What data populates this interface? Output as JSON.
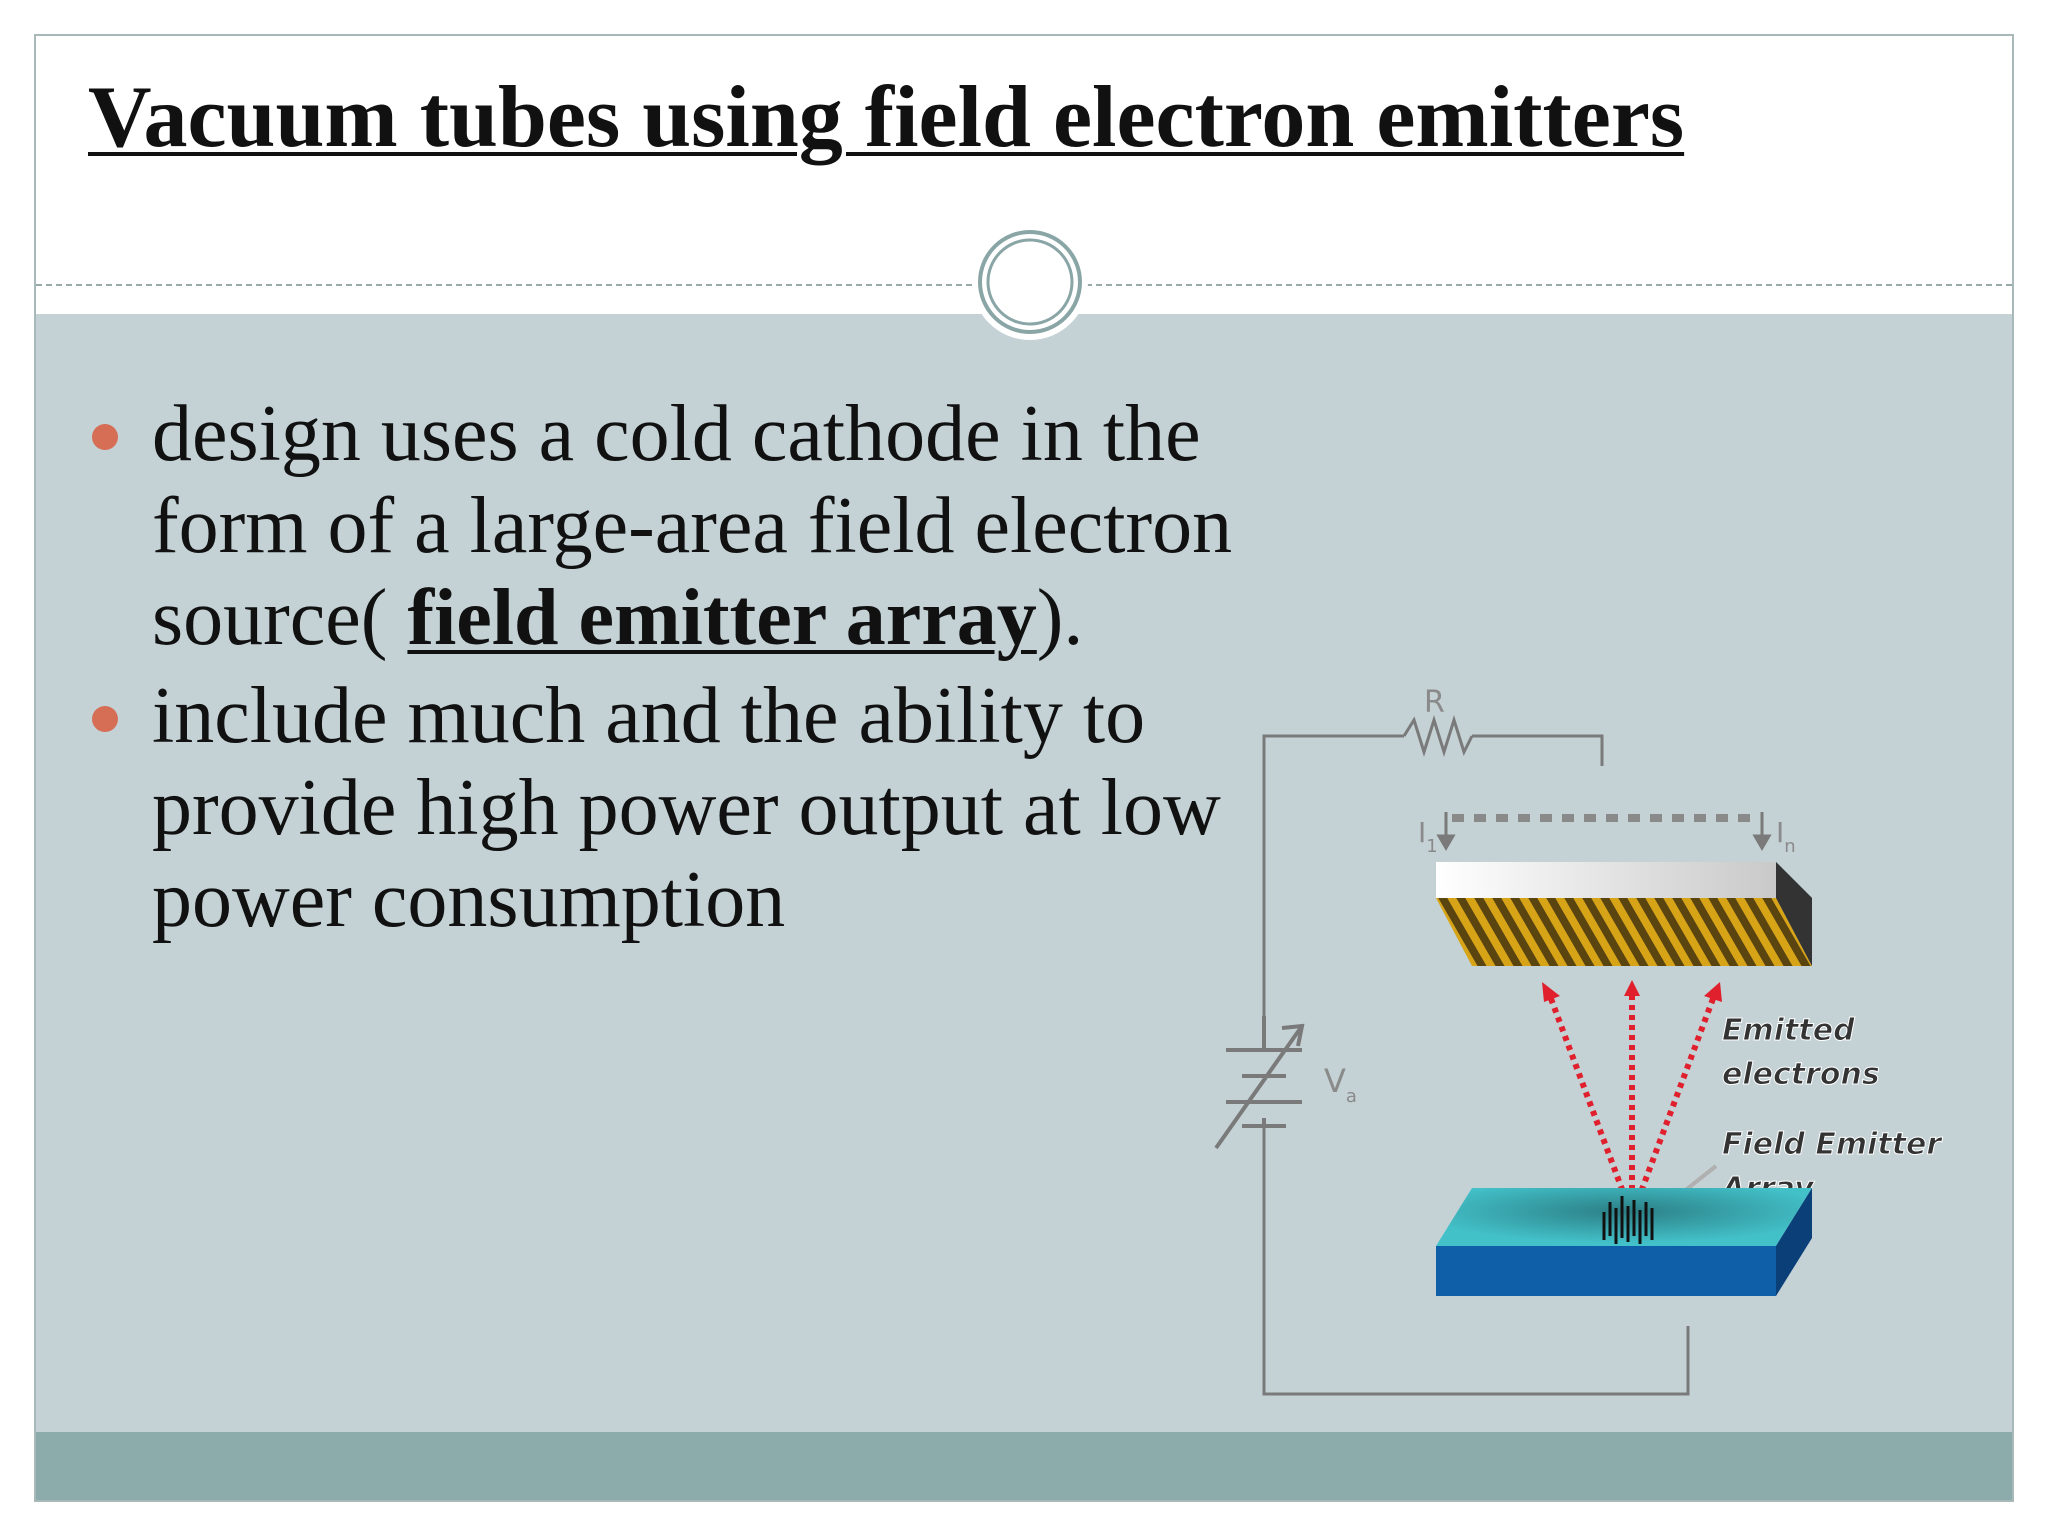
{
  "slide": {
    "title": "Vacuum tubes using field electron emitters",
    "bullets": [
      {
        "text_before": "design uses a cold cathode in the form of a large-area field electron source( ",
        "emphasis": "field emitter array",
        "text_after": ")."
      },
      {
        "text": "include much and the ability to provide high power output at low power consumption"
      }
    ]
  },
  "diagram": {
    "resistor_label": "R",
    "voltage_label": "V",
    "voltage_subscript": "a",
    "current_first_label": "I",
    "current_first_subscript": "1",
    "current_last_label": "I",
    "current_last_subscript": "n",
    "emitted_label_line1": "Emitted",
    "emitted_label_line2": "electrons",
    "fea_label_line1": "Field Emitter",
    "fea_label_line2": "Array"
  },
  "colors": {
    "content_background": "#c4d2d6",
    "footer_band": "#8cacac",
    "bullet": "#d66e56",
    "anode_stripes": "#d8a417",
    "substrate": "#0f5fa8",
    "electron_arrows": "#e0202c"
  }
}
